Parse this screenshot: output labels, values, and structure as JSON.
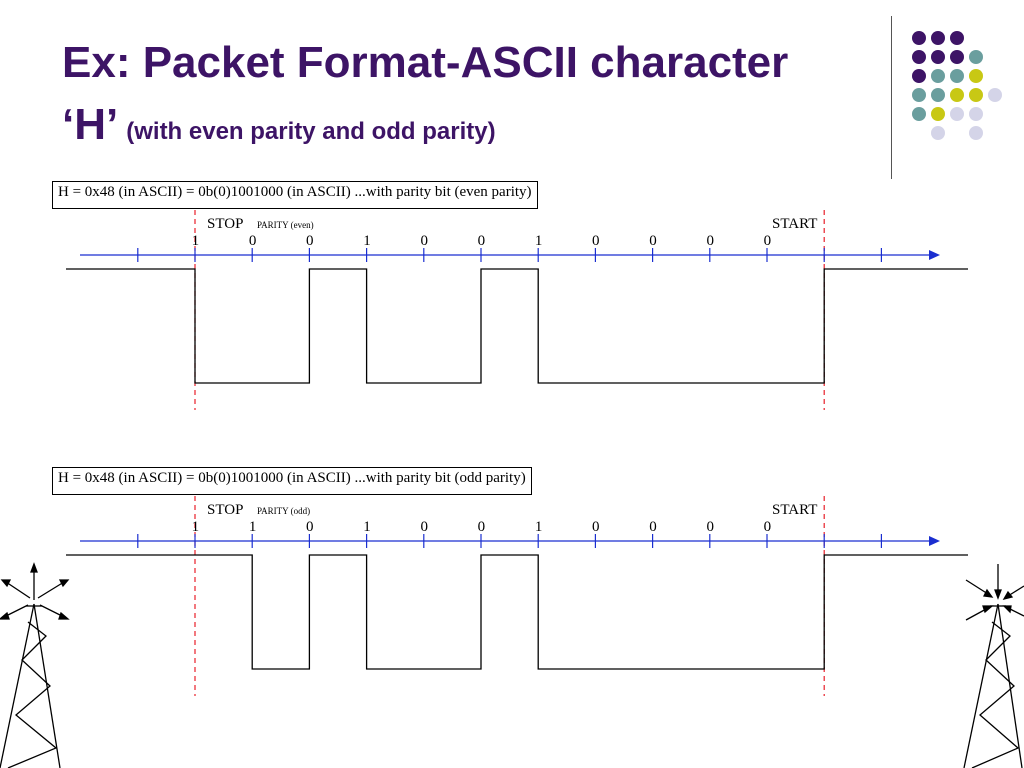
{
  "slide": {
    "title_line1": "Ex: Packet Format-ASCII character",
    "title_h": "‘H’",
    "title_sub": "(with even parity and odd parity)"
  },
  "colors": {
    "title": "#3d1466",
    "dot_purple": "#3d1466",
    "dot_teal": "#6a9e9e",
    "dot_yellow": "#c8c814",
    "dot_lavender": "#d4d4e8",
    "axis": "#1a2ed0",
    "marker": "#e8202a"
  },
  "diagrams": [
    {
      "caption": "H = 0x48 (in ASCII) = 0b(0)1001000 (in ASCII) ...with parity bit (even parity)",
      "stop_label": "STOP",
      "parity_label": "PARITY (even)",
      "start_label": "START",
      "bits": [
        "1",
        "0",
        "0",
        "1",
        "0",
        "0",
        "1",
        "0",
        "0",
        "0",
        "0"
      ]
    },
    {
      "caption": "H = 0x48 (in ASCII) = 0b(0)1001000 (in ASCII) ...with parity bit (odd parity)",
      "stop_label": "STOP",
      "parity_label": "PARITY (odd)",
      "start_label": "START",
      "bits": [
        "1",
        "1",
        "0",
        "1",
        "0",
        "0",
        "1",
        "0",
        "0",
        "0",
        "0"
      ]
    }
  ]
}
